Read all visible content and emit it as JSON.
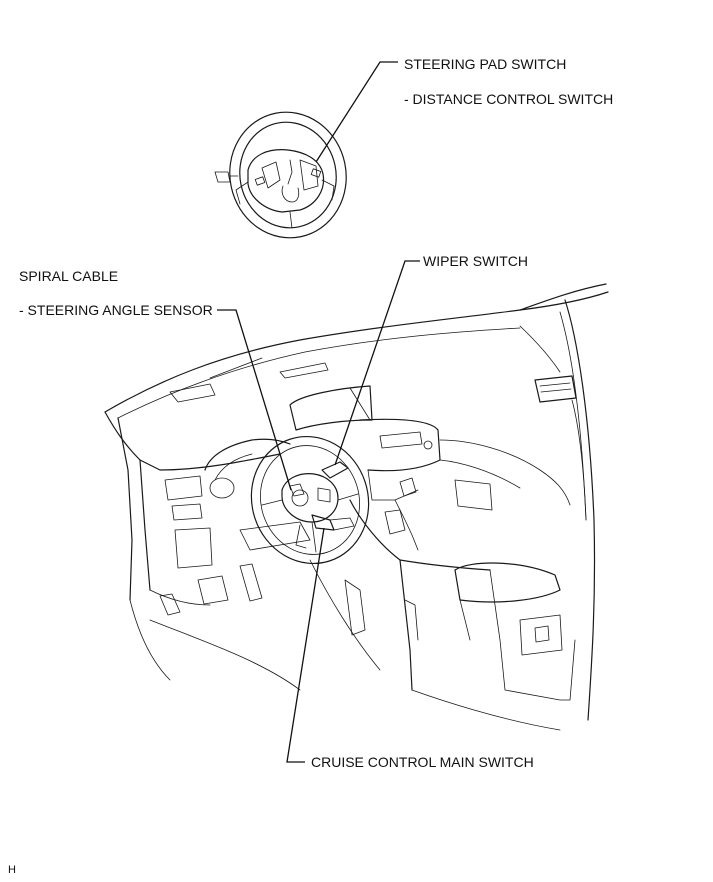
{
  "labels": {
    "steering_pad_switch": "STEERING PAD SWITCH",
    "distance_control_switch": "- DISTANCE CONTROL SWITCH",
    "wiper_switch": "WIPER SWITCH",
    "spiral_cable": "SPIRAL CABLE",
    "steering_angle_sensor": "- STEERING ANGLE SENSOR",
    "cruise_control_main_switch": "CRUISE CONTROL MAIN SWITCH",
    "corner_mark": "H"
  }
}
